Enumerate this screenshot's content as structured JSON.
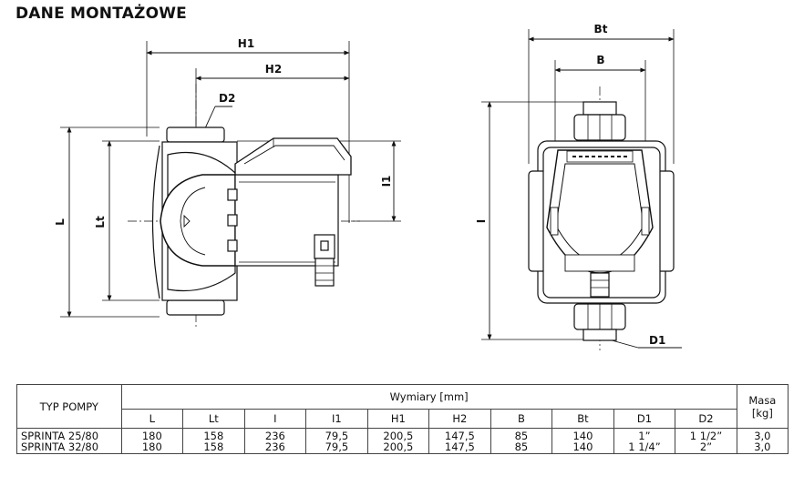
{
  "page": {
    "title": "DANE MONTAŻOWE"
  },
  "drawing_labels": {
    "H1": "H1",
    "H2": "H2",
    "D2": "D2",
    "L": "L",
    "Lt": "Lt",
    "I1": "I1",
    "Bt": "Bt",
    "B": "B",
    "I": "I",
    "D1": "D1"
  },
  "table": {
    "type_header": "TYP POMPY",
    "dims_header": "Wymiary [mm]",
    "mass_header": "Masa\n[kg]",
    "columns": [
      "L",
      "Lt",
      "I",
      "I1",
      "H1",
      "H2",
      "B",
      "Bt",
      "D1",
      "D2"
    ],
    "rows": [
      {
        "model": "SPRINTA 25/80",
        "values": [
          "180",
          "158",
          "236",
          "79,5",
          "200,5",
          "147,5",
          "85",
          "140",
          "1”",
          "1 1/2”"
        ],
        "mass": "3,0"
      },
      {
        "model": "SPRINTA 32/80",
        "values": [
          "180",
          "158",
          "236",
          "79,5",
          "200,5",
          "147,5",
          "85",
          "140",
          "1 1/4”",
          "2”"
        ],
        "mass": "3,0"
      }
    ]
  }
}
